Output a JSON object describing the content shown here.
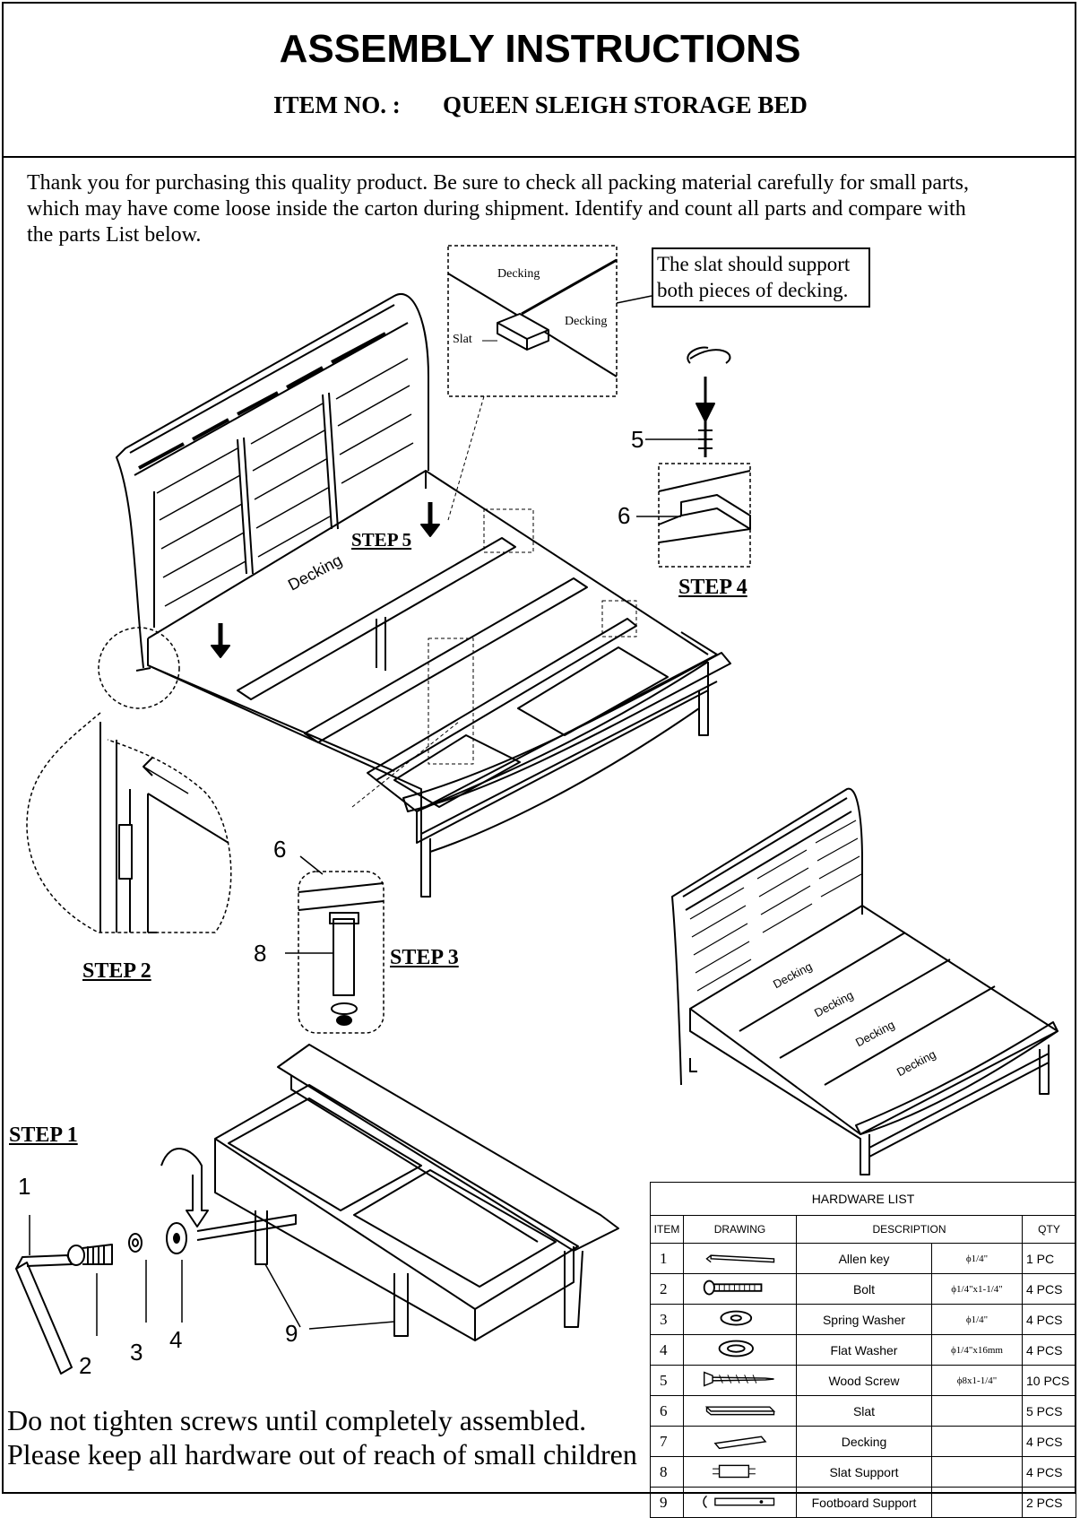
{
  "header": {
    "title": "ASSEMBLY INSTRUCTIONS",
    "item_label": "ITEM NO. :",
    "item_value": "QUEEN SLEIGH STORAGE BED"
  },
  "intro": {
    "line1": "Thank you for purchasing this quality product. Be sure to check all packing material carefully for small parts,",
    "line2": "which may have come loose inside the carton during shipment. Identify and count all parts and compare with",
    "line3": "the parts List below."
  },
  "callout": {
    "line1": "The slat should support",
    "line2": "both pieces of decking.",
    "decking_a": "Decking",
    "decking_b": "Decking",
    "slat": "Slat"
  },
  "steps": {
    "step1": "STEP 1",
    "step2": "STEP 2",
    "step3": "STEP 3",
    "step4": "STEP 4",
    "step5": "STEP 5"
  },
  "part_numbers": {
    "n1": "1",
    "n2": "2",
    "n3": "3",
    "n4": "4",
    "n5": "5",
    "n6a": "6",
    "n6b": "6",
    "n8": "8",
    "n9": "9"
  },
  "bed_labels": {
    "main_decking": "Decking",
    "d1": "Decking",
    "d2": "Decking",
    "d3": "Decking",
    "d4": "Decking"
  },
  "warnings": {
    "line1": "Do not tighten screws until completely assembled.",
    "line2": "Please keep all hardware out of reach of small children"
  },
  "hardware": {
    "caption": "HARDWARE  LIST",
    "col_item": "ITEM",
    "col_drawing": "DRAWING",
    "col_description": "DESCRIPTION",
    "col_qty": "QTY",
    "rows": [
      {
        "item": "1",
        "name": "Allen key",
        "spec": "ϕ1/4\"",
        "qty": "1 PC",
        "icon": "allen-key-icon"
      },
      {
        "item": "2",
        "name": "Bolt",
        "spec": "ϕ1/4\"x1-1/4\"",
        "qty": "4 PCS",
        "icon": "bolt-icon"
      },
      {
        "item": "3",
        "name": "Spring Washer",
        "spec": "ϕ1/4\"",
        "qty": "4 PCS",
        "icon": "spring-washer-icon"
      },
      {
        "item": "4",
        "name": "Flat Washer",
        "spec": "ϕ1/4\"x16mm",
        "qty": "4 PCS",
        "icon": "flat-washer-icon"
      },
      {
        "item": "5",
        "name": "Wood Screw",
        "spec": "ϕ8x1-1/4\"",
        "qty": "10 PCS",
        "icon": "wood-screw-icon"
      },
      {
        "item": "6",
        "name": "Slat",
        "spec": "",
        "qty": "5 PCS",
        "icon": "slat-icon"
      },
      {
        "item": "7",
        "name": "Decking",
        "spec": "",
        "qty": "4 PCS",
        "icon": "decking-icon"
      },
      {
        "item": "8",
        "name": "Slat Support",
        "spec": "",
        "qty": "4 PCS",
        "icon": "slat-support-icon"
      },
      {
        "item": "9",
        "name": "Footboard Support",
        "spec": "",
        "qty": "2 PCS",
        "icon": "footboard-support-icon"
      }
    ]
  }
}
